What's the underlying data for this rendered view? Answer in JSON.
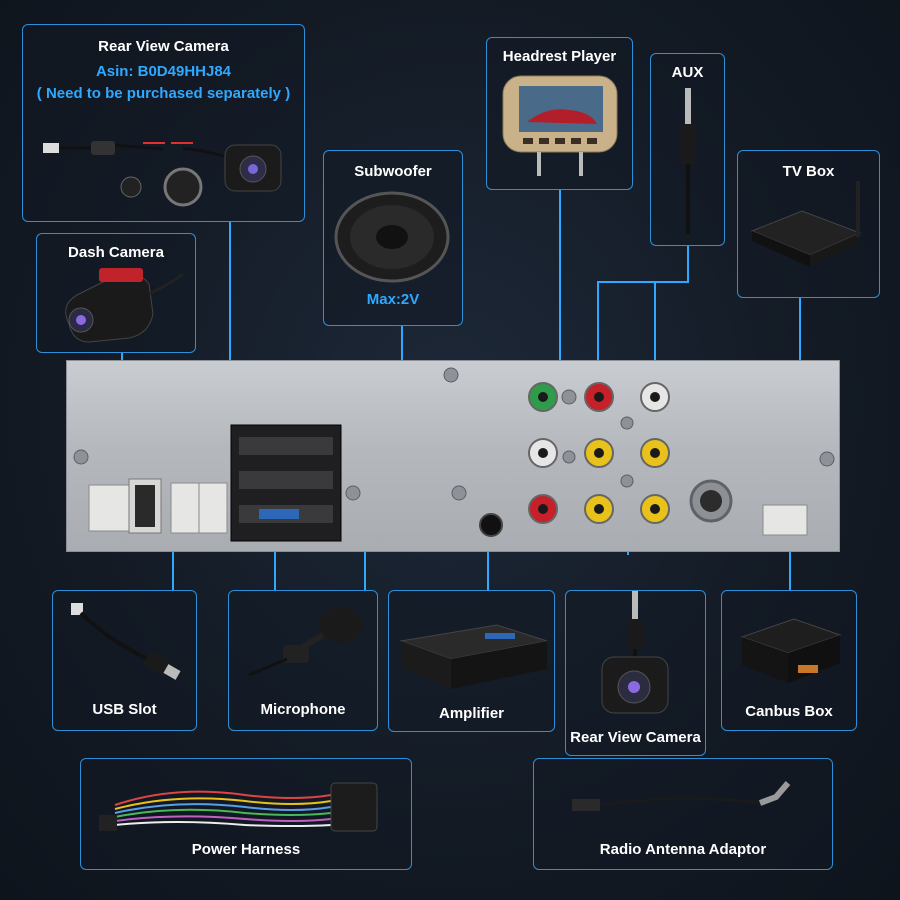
{
  "rear_camera_top": {
    "title": "Rear View Camera",
    "asin": "Asin: B0D49HHJ84",
    "note": "( Need to be purchased separately )"
  },
  "dash_camera": {
    "title": "Dash Camera"
  },
  "subwoofer": {
    "title": "Subwoofer",
    "spec": "Max:2V"
  },
  "headrest_player": {
    "title": "Headrest Player"
  },
  "aux": {
    "title": "AUX"
  },
  "tv_box": {
    "title": "TV Box"
  },
  "usb_slot": {
    "title": "USB Slot"
  },
  "microphone": {
    "title": "Microphone"
  },
  "amplifier": {
    "title": "Amplifier"
  },
  "rear_camera_bottom": {
    "title": "Rear View Camera"
  },
  "canbus_box": {
    "title": "Canbus Box"
  },
  "power_harness": {
    "title": "Power Harness"
  },
  "radio_antenna": {
    "title": "Radio Antenna Adaptor"
  },
  "colors": {
    "panel_border": "#2d8fd8",
    "wire": "#2fa8ff",
    "accent_text": "#2fa8ff",
    "background": "#131a24",
    "rca_green": "#2e9c4a",
    "rca_red": "#c6202a",
    "rca_yellow": "#e8c21a",
    "rca_white": "#e6e6e6"
  }
}
